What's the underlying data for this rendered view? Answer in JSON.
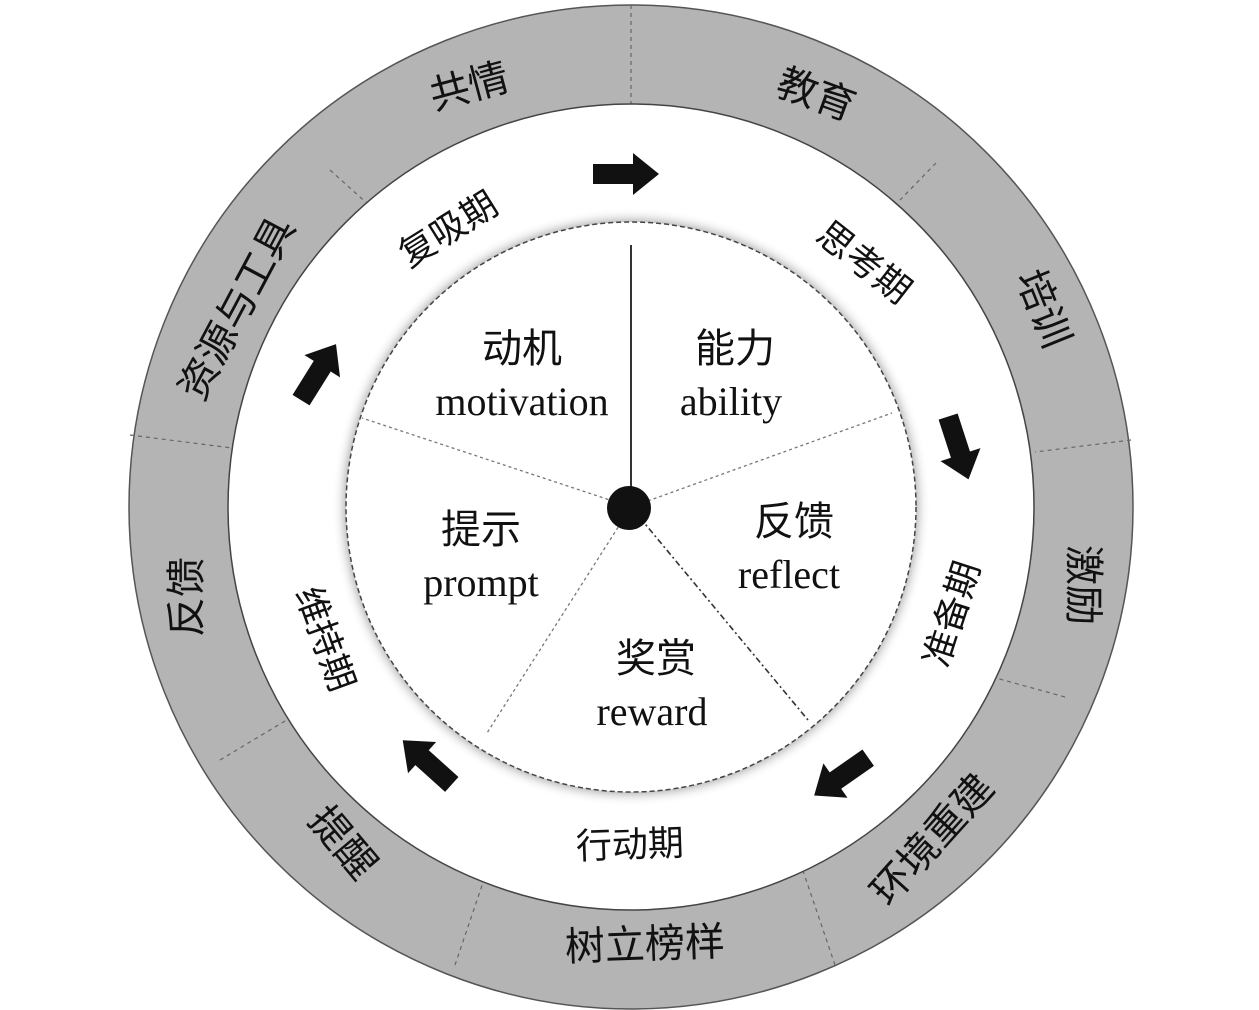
{
  "outer_ring": [
    {
      "id": "empathy",
      "label": "共情"
    },
    {
      "id": "education",
      "label": "教育"
    },
    {
      "id": "training",
      "label": "培训"
    },
    {
      "id": "incentive",
      "label": "激励"
    },
    {
      "id": "environment",
      "label": "环境重建"
    },
    {
      "id": "role-model",
      "label": "树立榜样"
    },
    {
      "id": "reminder",
      "label": "提醒"
    },
    {
      "id": "feedback",
      "label": "反馈"
    },
    {
      "id": "resources",
      "label": "资源与工具"
    }
  ],
  "phases": [
    {
      "id": "relapse",
      "label": "复吸期"
    },
    {
      "id": "contemplation",
      "label": "思考期"
    },
    {
      "id": "preparation",
      "label": "准备期"
    },
    {
      "id": "action",
      "label": "行动期"
    },
    {
      "id": "maintenance",
      "label": "维持期"
    }
  ],
  "core": [
    {
      "id": "motivation",
      "cn": "动机",
      "en": "motivation"
    },
    {
      "id": "ability",
      "cn": "能力",
      "en": "ability"
    },
    {
      "id": "reflect",
      "cn": "反馈",
      "en": "reflect"
    },
    {
      "id": "reward",
      "cn": "奖赏",
      "en": "reward"
    },
    {
      "id": "prompt",
      "cn": "提示",
      "en": "prompt"
    }
  ],
  "colors": {
    "outer_ring": "#b4b4b4",
    "ink": "#111111",
    "paper": "#ffffff"
  }
}
